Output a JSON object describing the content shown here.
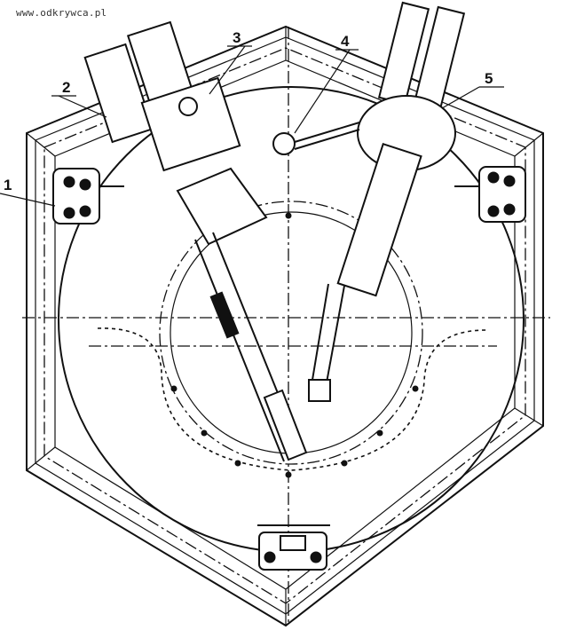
{
  "watermark": "www.odkrywca.pl",
  "callouts": [
    {
      "id": "1",
      "label": "1"
    },
    {
      "id": "2",
      "label": "2"
    },
    {
      "id": "3",
      "label": "3"
    },
    {
      "id": "4",
      "label": "4"
    },
    {
      "id": "5",
      "label": "5"
    }
  ],
  "colors": {
    "ink": "#111111",
    "paper": "#ffffff",
    "accent": "#b02020"
  }
}
